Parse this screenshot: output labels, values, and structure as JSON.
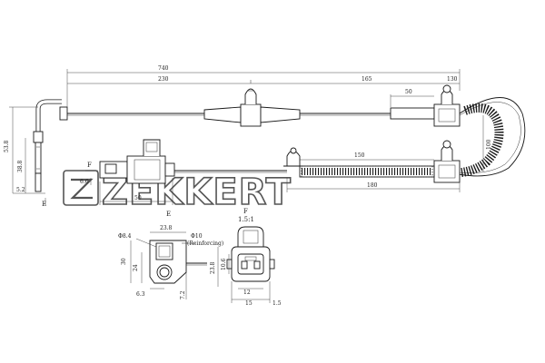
{
  "brand": "ZEKKERT",
  "dimensions": {
    "total_length": "740",
    "left_segment": "230",
    "right_segment": "165",
    "clip_offset": "130",
    "clip_gap": "50",
    "sensor_height": "53.8",
    "sensor_body": "38.8",
    "sensor_tip": "5.2",
    "connector_offset": "6.6",
    "connector_length": "50",
    "corrugated_top": "150",
    "corrugated_bottom": "180",
    "loop_height": "100"
  },
  "view_labels": {
    "view_e_marker": "E",
    "view_f_marker": "F",
    "detail_e_title": "E",
    "detail_f_title": "F",
    "detail_f_scale": "1.5:1"
  },
  "detail_e": {
    "width": "23.8",
    "hole_small": "Φ8.4",
    "hole_large": "Φ10",
    "reinforcing": "(Reinforcing)",
    "height": "30",
    "inner_height": "24",
    "bottom_offset": "6.3",
    "bottom_height": "7.2"
  },
  "detail_f": {
    "height": "23.8",
    "inner_height": "10.6",
    "width_inner": "12",
    "width_total": "15",
    "edge": "1.5"
  }
}
